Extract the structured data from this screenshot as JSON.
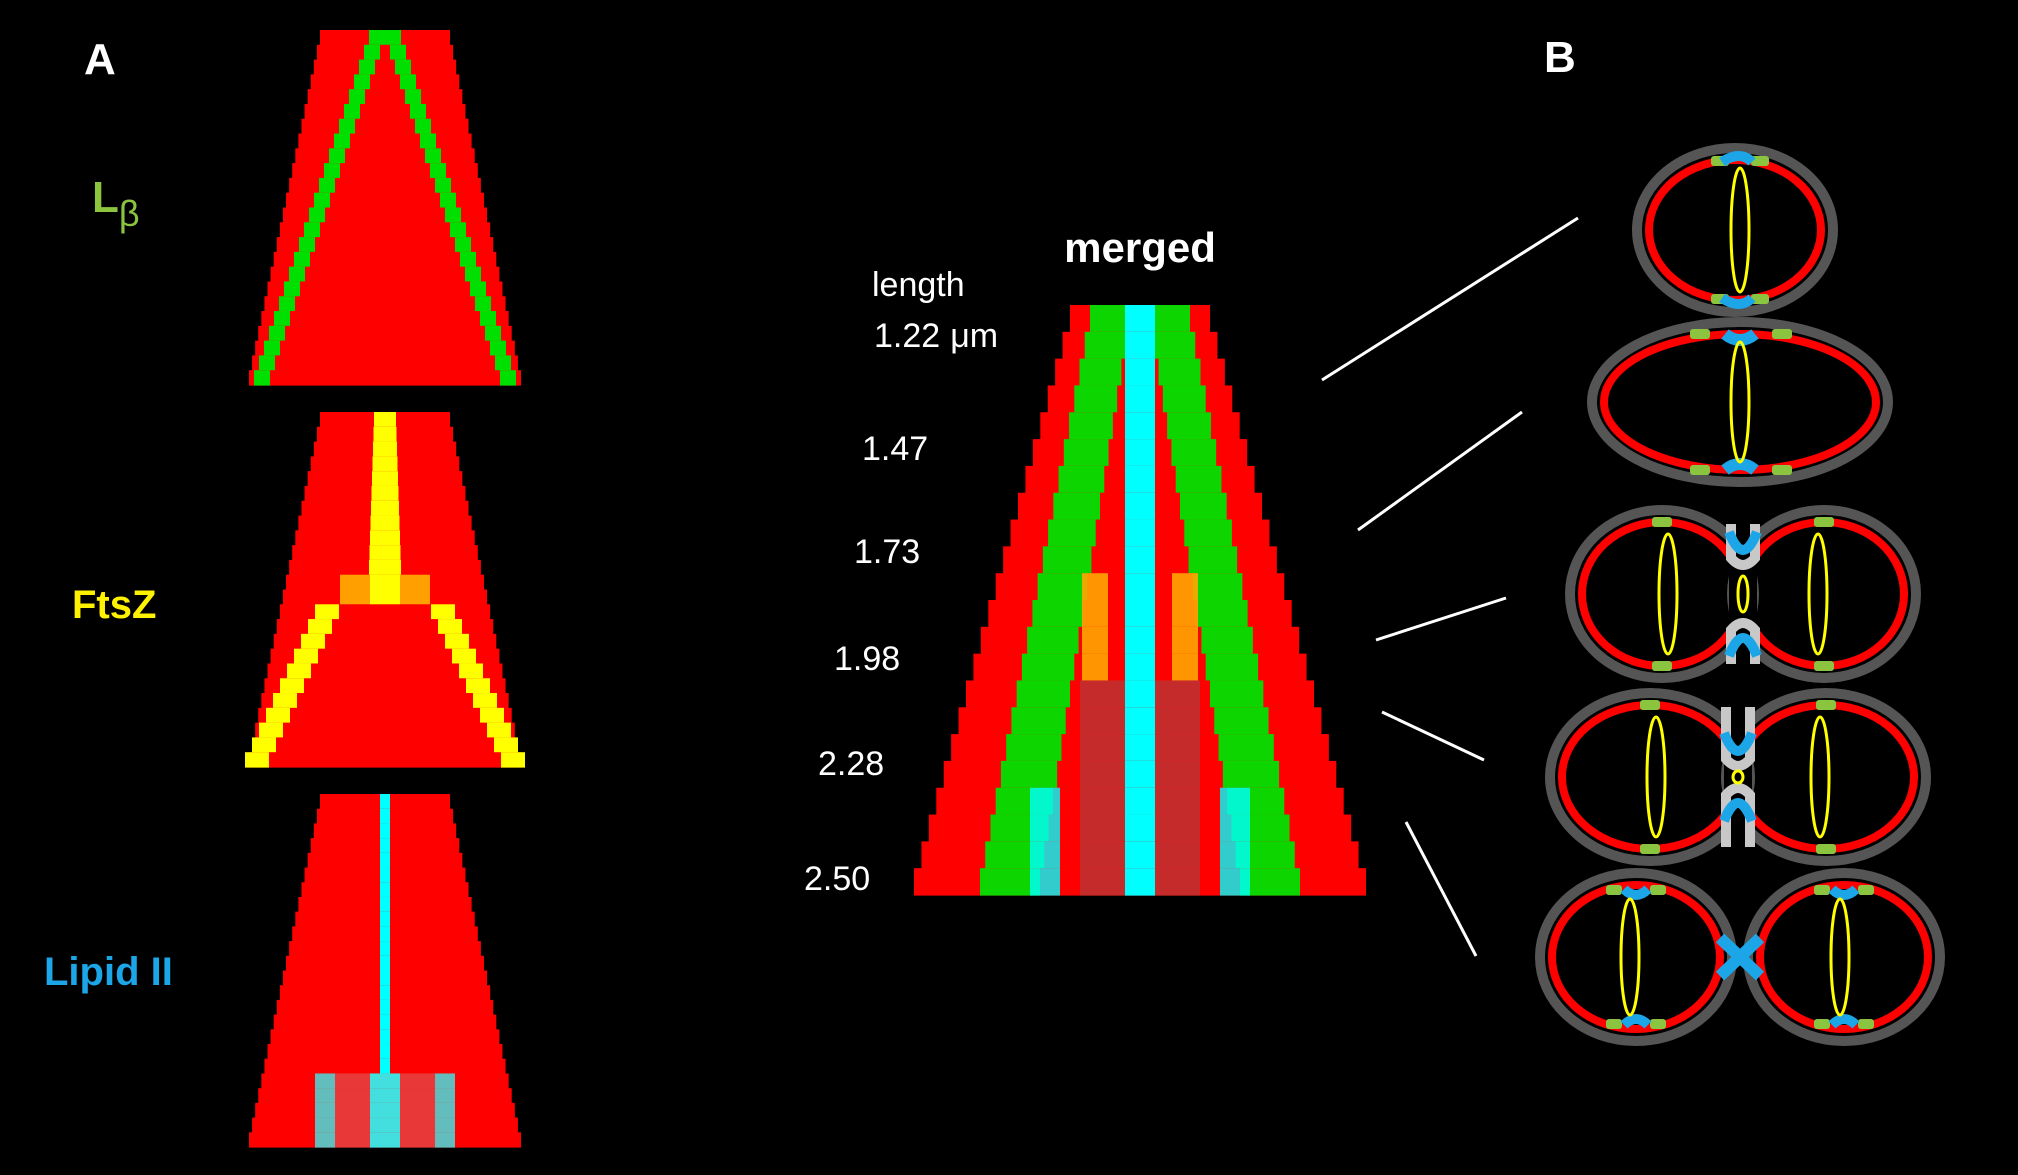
{
  "panel_a": {
    "label": "A",
    "rows": [
      {
        "label_main": "L",
        "label_sub": "β",
        "color": "#8BC53F"
      },
      {
        "label_main": "FtsZ",
        "color": "#FFF200"
      },
      {
        "label_main": "Lipid II",
        "color": "#1CA6E8"
      }
    ]
  },
  "panel_b": {
    "label": "B"
  },
  "merged": {
    "title": "merged",
    "length_header": "length",
    "lengths": [
      {
        "value": "1.22",
        "unit": "μm"
      },
      {
        "value": "1.47"
      },
      {
        "value": "1.73"
      },
      {
        "value": "1.98"
      },
      {
        "value": "2.28"
      },
      {
        "value": "2.50"
      }
    ]
  },
  "colors": {
    "background": "#000000",
    "membrane_red": "#FF0000",
    "lbeta_green": "#00E000",
    "ftsz_yellow": "#FFFF00",
    "lipid_cyan": "#00FFFF",
    "cell_wall_gray": "#555555",
    "lipid_blue": "#1CA6E8",
    "lbeta_patch_green": "#8BC53F"
  }
}
